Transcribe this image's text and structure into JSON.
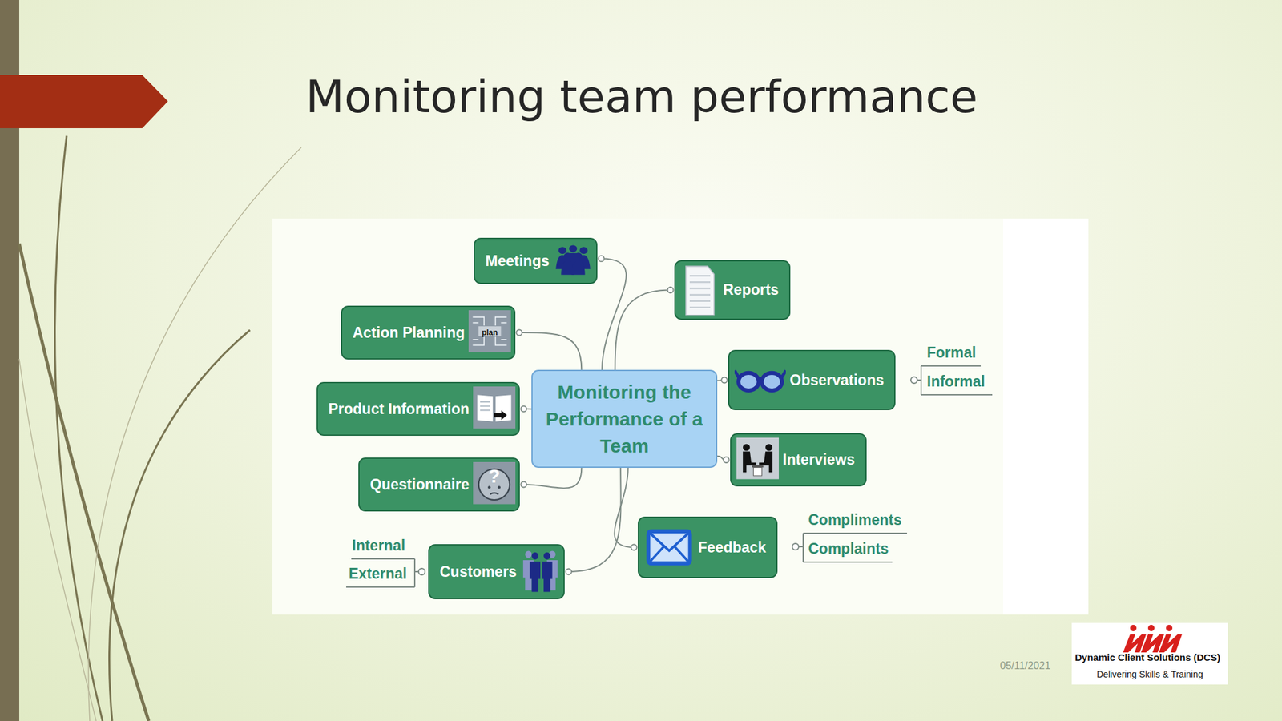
{
  "diagram": {
    "title": "Monitoring team performance",
    "nodes": [
      {
        "text": [
          "Monitoring the Performance of a Team"
        ]
      },
      {
        "text": [
          "Meetings"
        ]
      },
      {
        "text": [
          "Action Planning"
        ]
      },
      {
        "text": [
          "Product Information"
        ]
      },
      {
        "text": [
          "Questionnaire"
        ]
      },
      {
        "text": [
          "Customers"
        ]
      },
      {
        "text": [
          "Reports"
        ]
      },
      {
        "text": [
          "Observations"
        ]
      },
      {
        "text": [
          "Interviews"
        ]
      },
      {
        "text": [
          "Feedback"
        ]
      }
    ],
    "edges": [
      {
        "from": 0,
        "to": 1,
        "arrow": "none"
      },
      {
        "from": 0,
        "to": 2,
        "arrow": "none"
      },
      {
        "from": 0,
        "to": 3,
        "arrow": "none"
      },
      {
        "from": 0,
        "to": 4,
        "arrow": "none"
      },
      {
        "from": 0,
        "to": 5,
        "arrow": "none"
      },
      {
        "from": 0,
        "to": 6,
        "arrow": "none"
      },
      {
        "from": 0,
        "to": 7,
        "arrow": "none"
      },
      {
        "from": 0,
        "to": 8,
        "arrow": "none"
      },
      {
        "from": 0,
        "to": 9,
        "arrow": "none"
      }
    ],
    "labels": [
      "Formal",
      "Informal",
      "Compliments",
      "Complaints",
      "Internal",
      "External",
      "plan",
      "?",
      "05/11/2021",
      "Dynamic Client Solutions (DCS)",
      "Delivering Skills & Training"
    ]
  }
}
